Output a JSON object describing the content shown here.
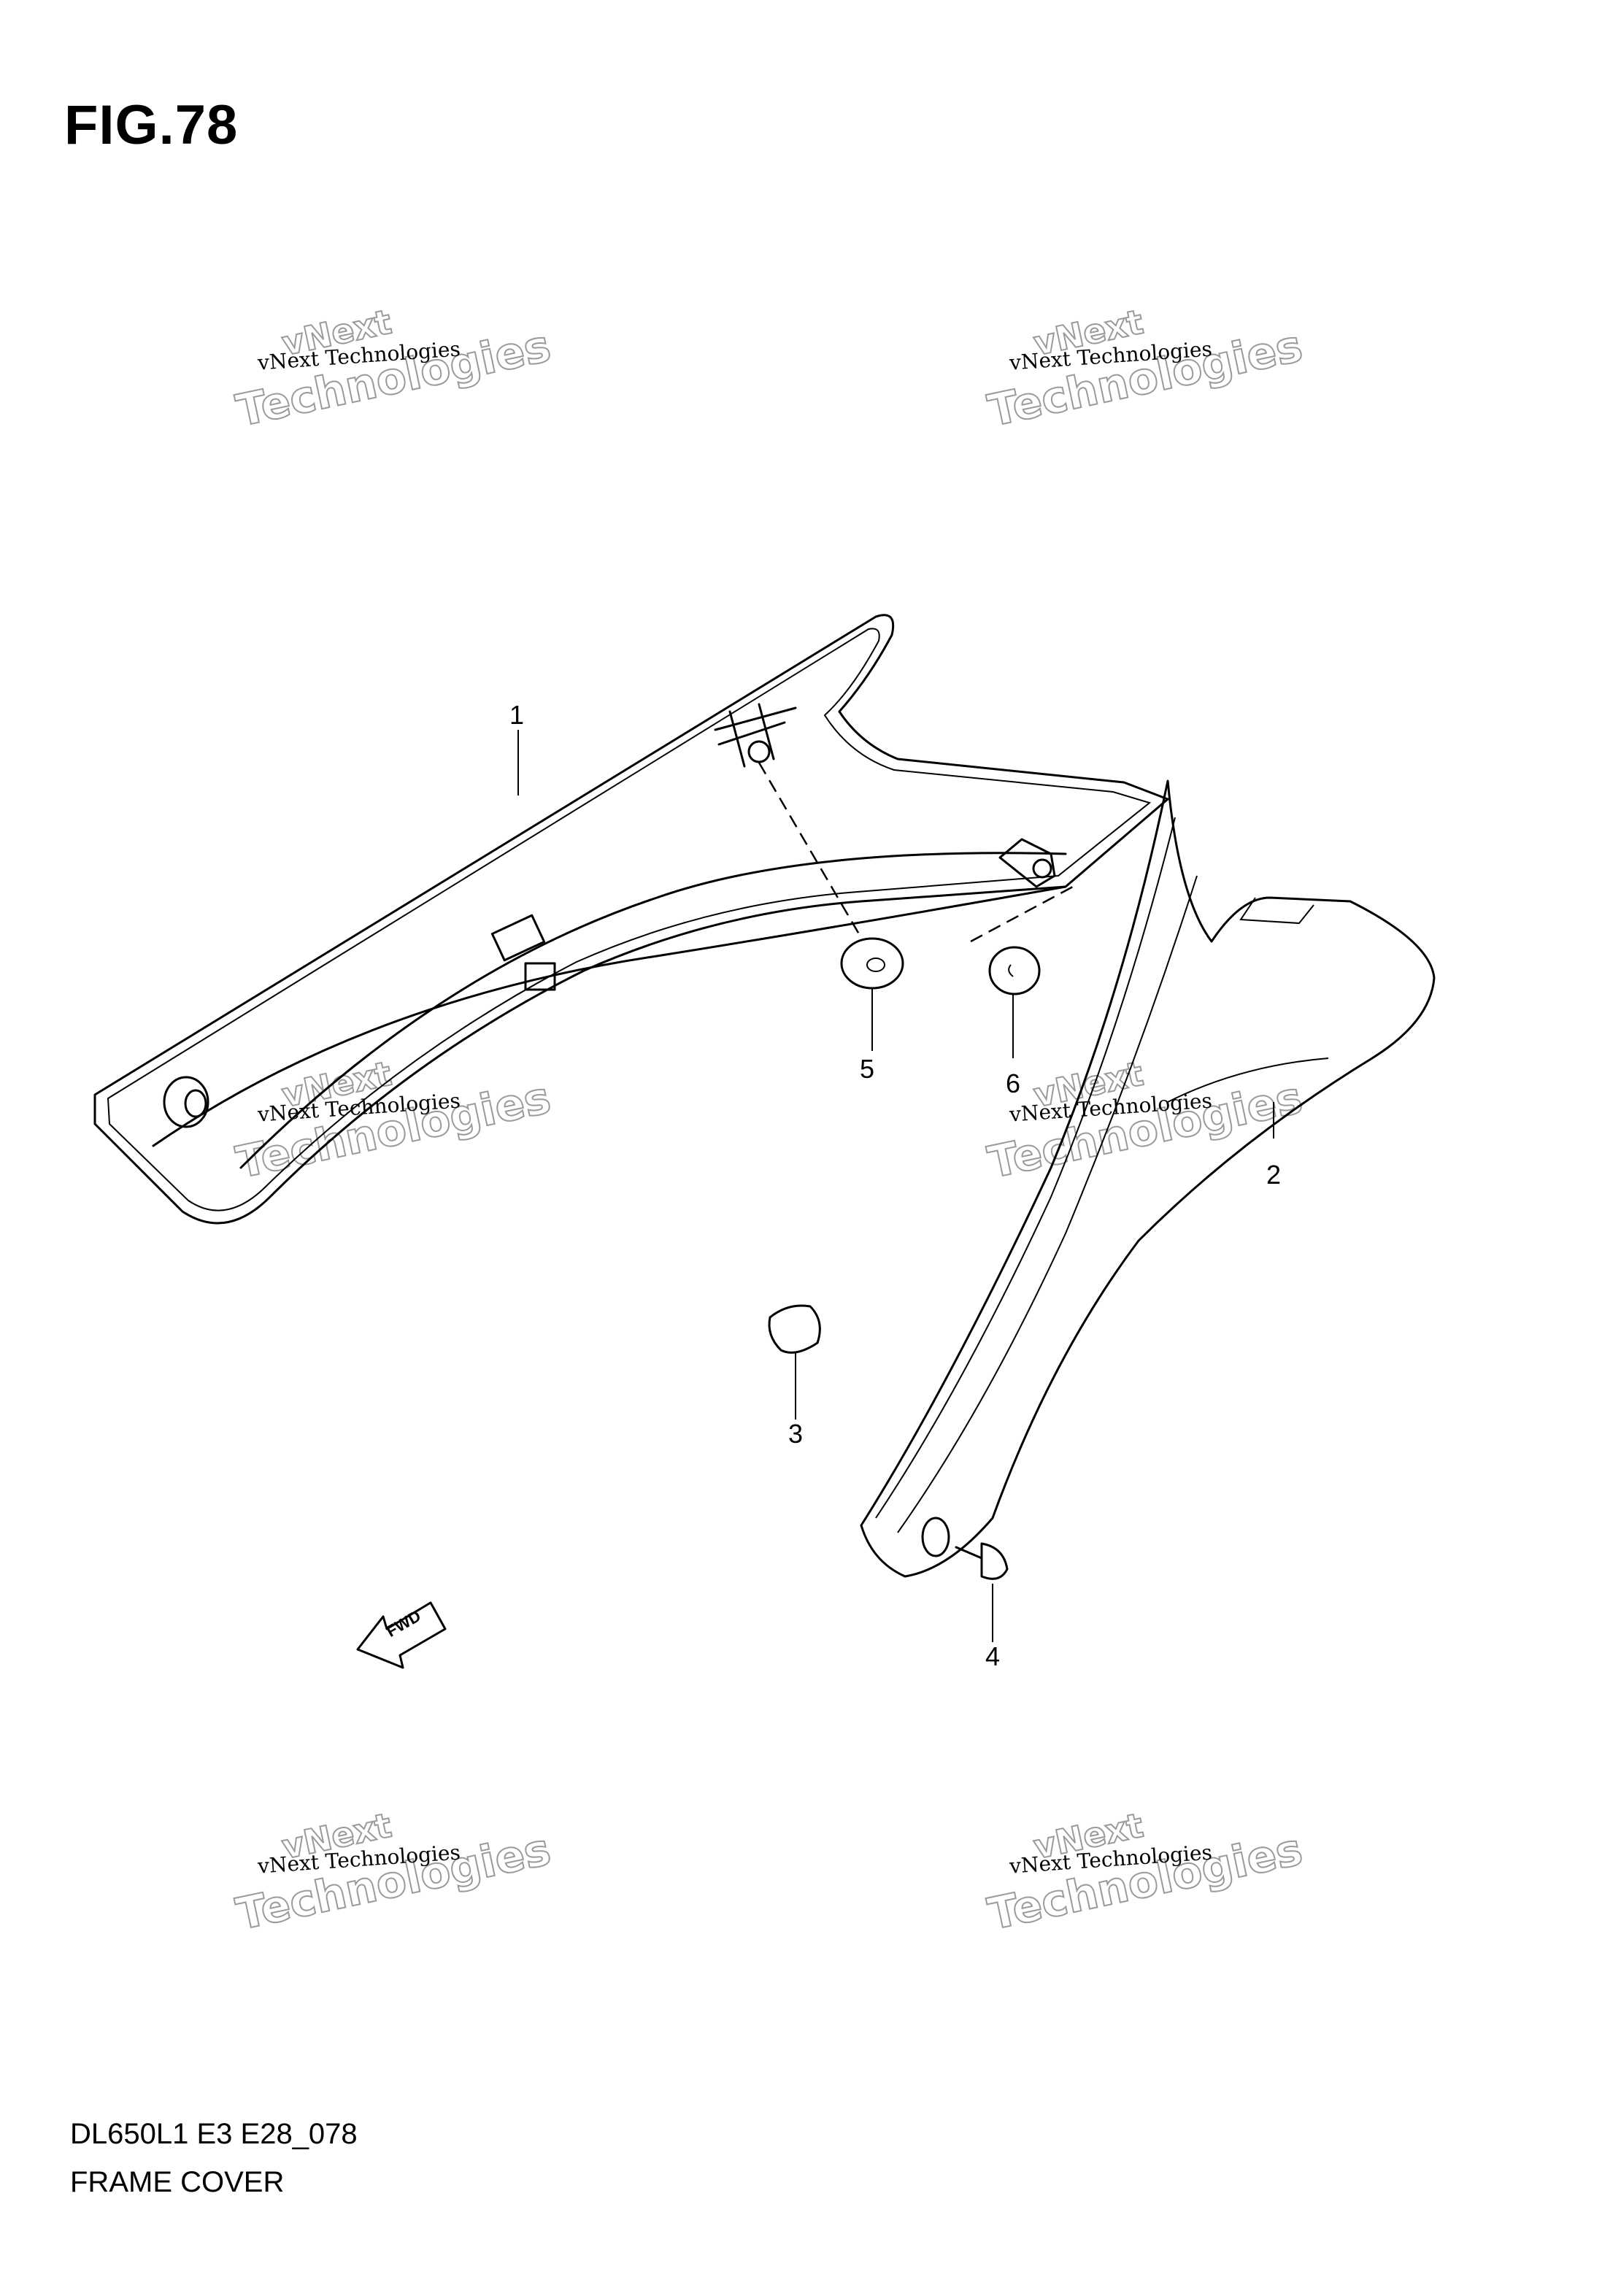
{
  "figure": {
    "title": "FIG.78",
    "model_code": "DL650L1 E3 E28_078",
    "description": "FRAME COVER"
  },
  "callouts": [
    {
      "id": "1",
      "label": "1"
    },
    {
      "id": "2",
      "label": "2"
    },
    {
      "id": "3",
      "label": "3"
    },
    {
      "id": "4",
      "label": "4"
    },
    {
      "id": "5",
      "label": "5"
    },
    {
      "id": "6",
      "label": "6"
    }
  ],
  "fwd_arrow": {
    "label": "FWD"
  },
  "watermark": {
    "line1": "vNext",
    "line2": "Technologies",
    "small": "vNext Technologies"
  }
}
